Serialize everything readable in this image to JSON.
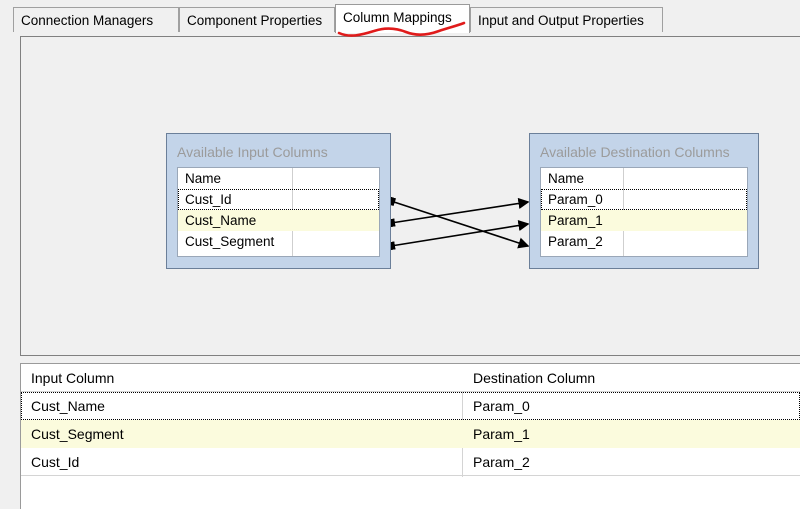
{
  "tabs": [
    {
      "label": "Connection Managers",
      "selected": false
    },
    {
      "label": "Component Properties",
      "selected": false
    },
    {
      "label": "Column Mappings",
      "selected": true
    },
    {
      "label": "Input and Output Properties",
      "selected": false
    }
  ],
  "annotation": {
    "color": "#e01b1b",
    "shape": "hand-drawn-squiggly-underline"
  },
  "diagram": {
    "input_box": {
      "title": "Available Input Columns",
      "header": "Name",
      "rows": [
        {
          "label": "Cust_Id",
          "state": "focus"
        },
        {
          "label": "Cust_Name",
          "state": "highlight"
        },
        {
          "label": "Cust_Segment",
          "state": "normal"
        }
      ]
    },
    "destination_box": {
      "title": "Available Destination Columns",
      "header": "Name",
      "rows": [
        {
          "label": "Param_0",
          "state": "focus"
        },
        {
          "label": "Param_1",
          "state": "highlight"
        },
        {
          "label": "Param_2",
          "state": "normal"
        }
      ]
    },
    "mappings": [
      {
        "from": "Cust_Id",
        "to": "Param_2"
      },
      {
        "from": "Cust_Name",
        "to": "Param_0"
      },
      {
        "from": "Cust_Segment",
        "to": "Param_1"
      }
    ]
  },
  "grid": {
    "columns": [
      "Input Column",
      "Destination Column"
    ],
    "rows": [
      {
        "input": "Cust_Name",
        "destination": "Param_0",
        "state": "focus"
      },
      {
        "input": "Cust_Segment",
        "destination": "Param_1",
        "state": "highlight"
      },
      {
        "input": "Cust_Id",
        "destination": "Param_2",
        "state": "normal"
      }
    ]
  },
  "colors": {
    "panel_blue": "#c3d4e9",
    "highlight_yellow": "#fbfbdd",
    "annotation_red": "#e01b1b",
    "window_gray": "#f0f0f0"
  }
}
